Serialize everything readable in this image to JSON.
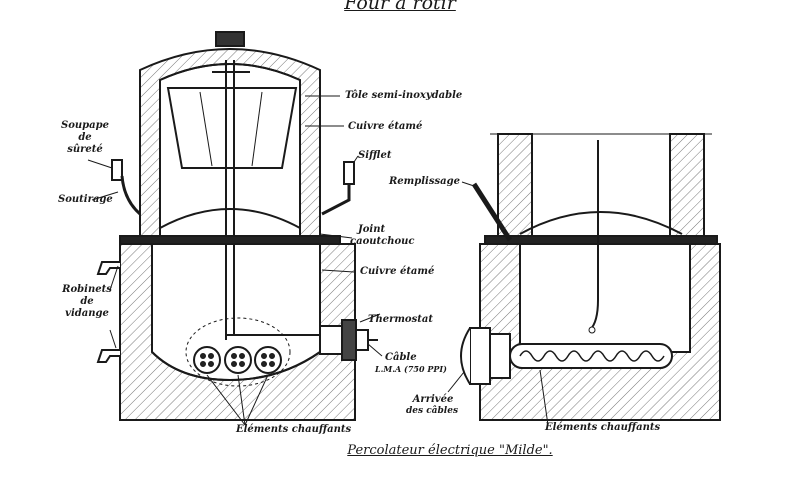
{
  "header": {
    "title": "Four à rôtir"
  },
  "caption": "Percolateur électrique \"Milde\".",
  "labels": {
    "tole": "Tôle semi-inoxydable",
    "cuivre_etame_top": "Cuivre étamé",
    "sifflet": "Sifflet",
    "soupape_1": "Soupape",
    "soupape_2": "de",
    "soupape_3": "sûreté",
    "soutirage": "Soutirage",
    "remplissage": "Remplissage",
    "joint_1": "Joint",
    "joint_2": "caoutchouc",
    "cuivre_etame_mid": "Cuivre étamé",
    "robinets_1": "Robinets",
    "robinets_2": "de",
    "robinets_3": "vidange",
    "thermostat": "Thermostat",
    "cable_1": "Câble",
    "cable_2": "L.M.A (750 PPI)",
    "arrivee_1": "Arrivée",
    "arrivee_2": "des câbles",
    "elements_left": "Eléments chauffants",
    "elements_right": "Eléments chauffants"
  }
}
